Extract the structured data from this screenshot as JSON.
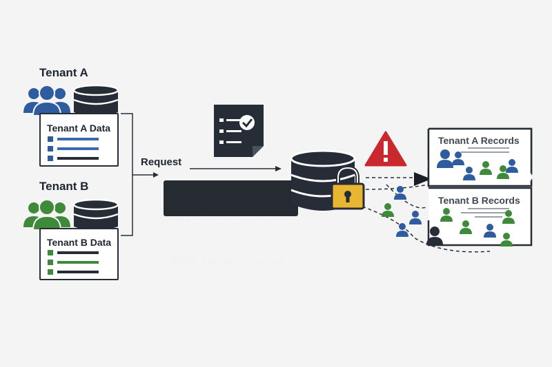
{
  "tenant_a": {
    "title": "Tenant A",
    "data_label": "Tenant A Data"
  },
  "tenant_b": {
    "title": "Tenant B",
    "data_label": "Tenant B Data"
  },
  "request": {
    "label": "Request"
  },
  "query": {
    "line1": "SELECT * FROM users",
    "line2": "WHERE status : \"active\""
  },
  "records": {
    "a_title": "Tenant A Records",
    "b_title": "Tenant B Records"
  },
  "colors": {
    "tenant_a": "#2e5c9e",
    "tenant_b": "#3e8a3a",
    "warning": "#c8282e",
    "lock": "#e8b630",
    "dark": "#262d36"
  },
  "icons": [
    "users-icon",
    "database-icon",
    "checklist-document-icon",
    "lock-icon",
    "warning-icon",
    "person-icon"
  ]
}
